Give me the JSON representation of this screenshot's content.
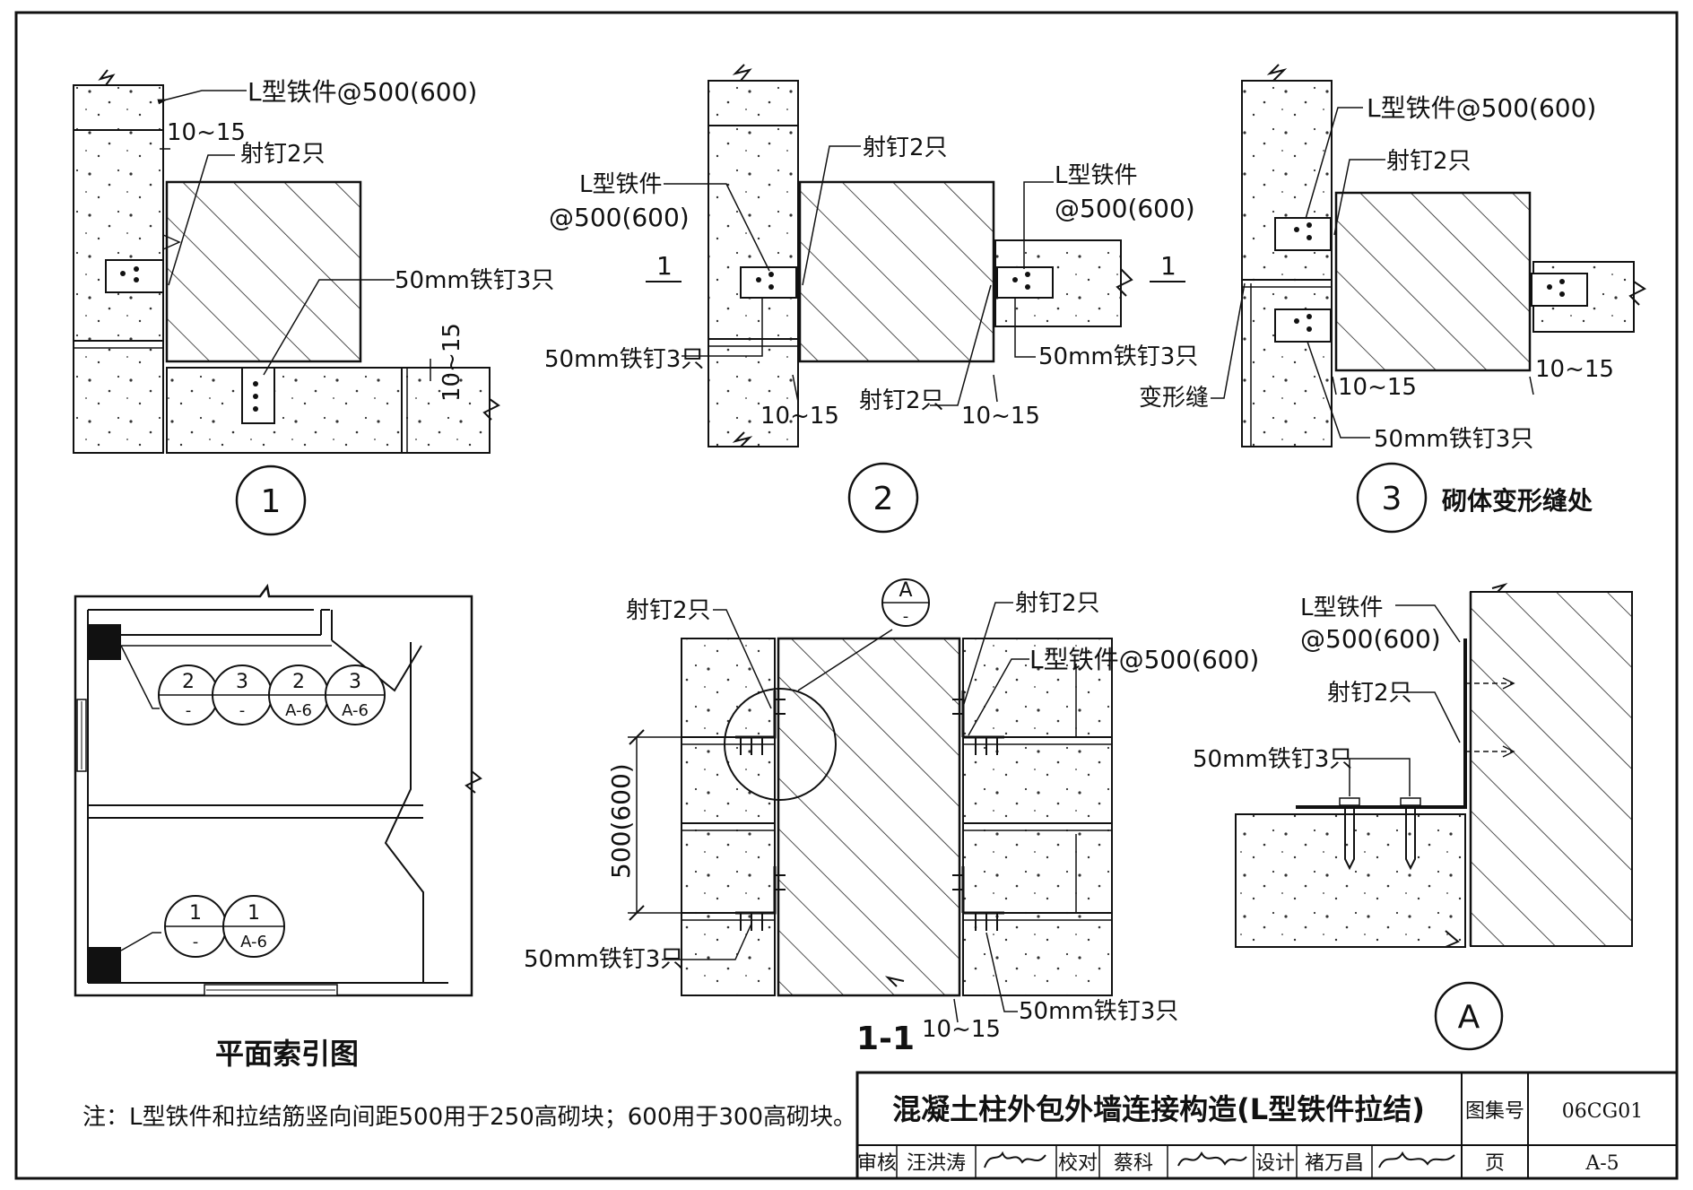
{
  "detail1": {
    "l_iron": "L型铁件@500(600)",
    "gap": "10~15",
    "nails": "射钉2只",
    "iron_nails": "50mm铁钉3只",
    "gap_v": "10~15",
    "badge": "1"
  },
  "detail2": {
    "nails_top": "射钉2只",
    "l_iron_left_1": "L型铁件",
    "l_iron_left_2": "@500(600)",
    "l_iron_right_1": "L型铁件",
    "l_iron_right_2": "@500(600)",
    "sec_left": "1",
    "sec_right": "1",
    "iron_nails_left": "50mm铁钉3只",
    "iron_nails_right": "50mm铁钉3只",
    "nails_bottom": "射钉2只",
    "gap_left": "10~15",
    "gap_right": "10~15",
    "badge": "2"
  },
  "detail3": {
    "l_iron": "L型铁件@500(600)",
    "nails": "射钉2只",
    "joint": "变形缝",
    "gap_left": "10~15",
    "gap_right": "10~15",
    "iron_nails": "50mm铁钉3只",
    "badge": "3",
    "caption": "砌体变形缝处"
  },
  "plan": {
    "refs_top": [
      {
        "num": "2",
        "sheet": "-"
      },
      {
        "num": "3",
        "sheet": "-"
      },
      {
        "num": "2",
        "sheet": "A-6"
      },
      {
        "num": "3",
        "sheet": "A-6"
      }
    ],
    "refs_bottom": [
      {
        "num": "1",
        "sheet": "-"
      },
      {
        "num": "1",
        "sheet": "A-6"
      }
    ],
    "caption": "平面索引图"
  },
  "section11": {
    "nails_left": "射钉2只",
    "callout_num": "A",
    "callout_sheet": "-",
    "nails_right": "射钉2只",
    "l_iron": "L型铁件@500(600)",
    "spacing": "500(600)",
    "iron_nails_left": "50mm铁钉3只",
    "iron_nails_right": "50mm铁钉3只",
    "gap": "10~15",
    "caption": "1-1"
  },
  "detailA": {
    "l_iron_1": "L型铁件",
    "l_iron_2": "@500(600)",
    "nails": "射钉2只",
    "iron_nails": "50mm铁钉3只",
    "badge": "A"
  },
  "note": "注：L型铁件和拉结筋竖向间距500用于250高砌块；600用于300高砌块。",
  "titleblock": {
    "title": "混凝土柱外包外墙连接构造(L型铁件拉结)",
    "atlas_label": "图集号",
    "atlas_no": "06CG01",
    "review_label": "审核",
    "reviewer": "汪洪涛",
    "check_label": "校对",
    "checker": "蔡科",
    "design_label": "设计",
    "designer": "褚万昌",
    "page_label": "页",
    "page_no": "A-5"
  }
}
